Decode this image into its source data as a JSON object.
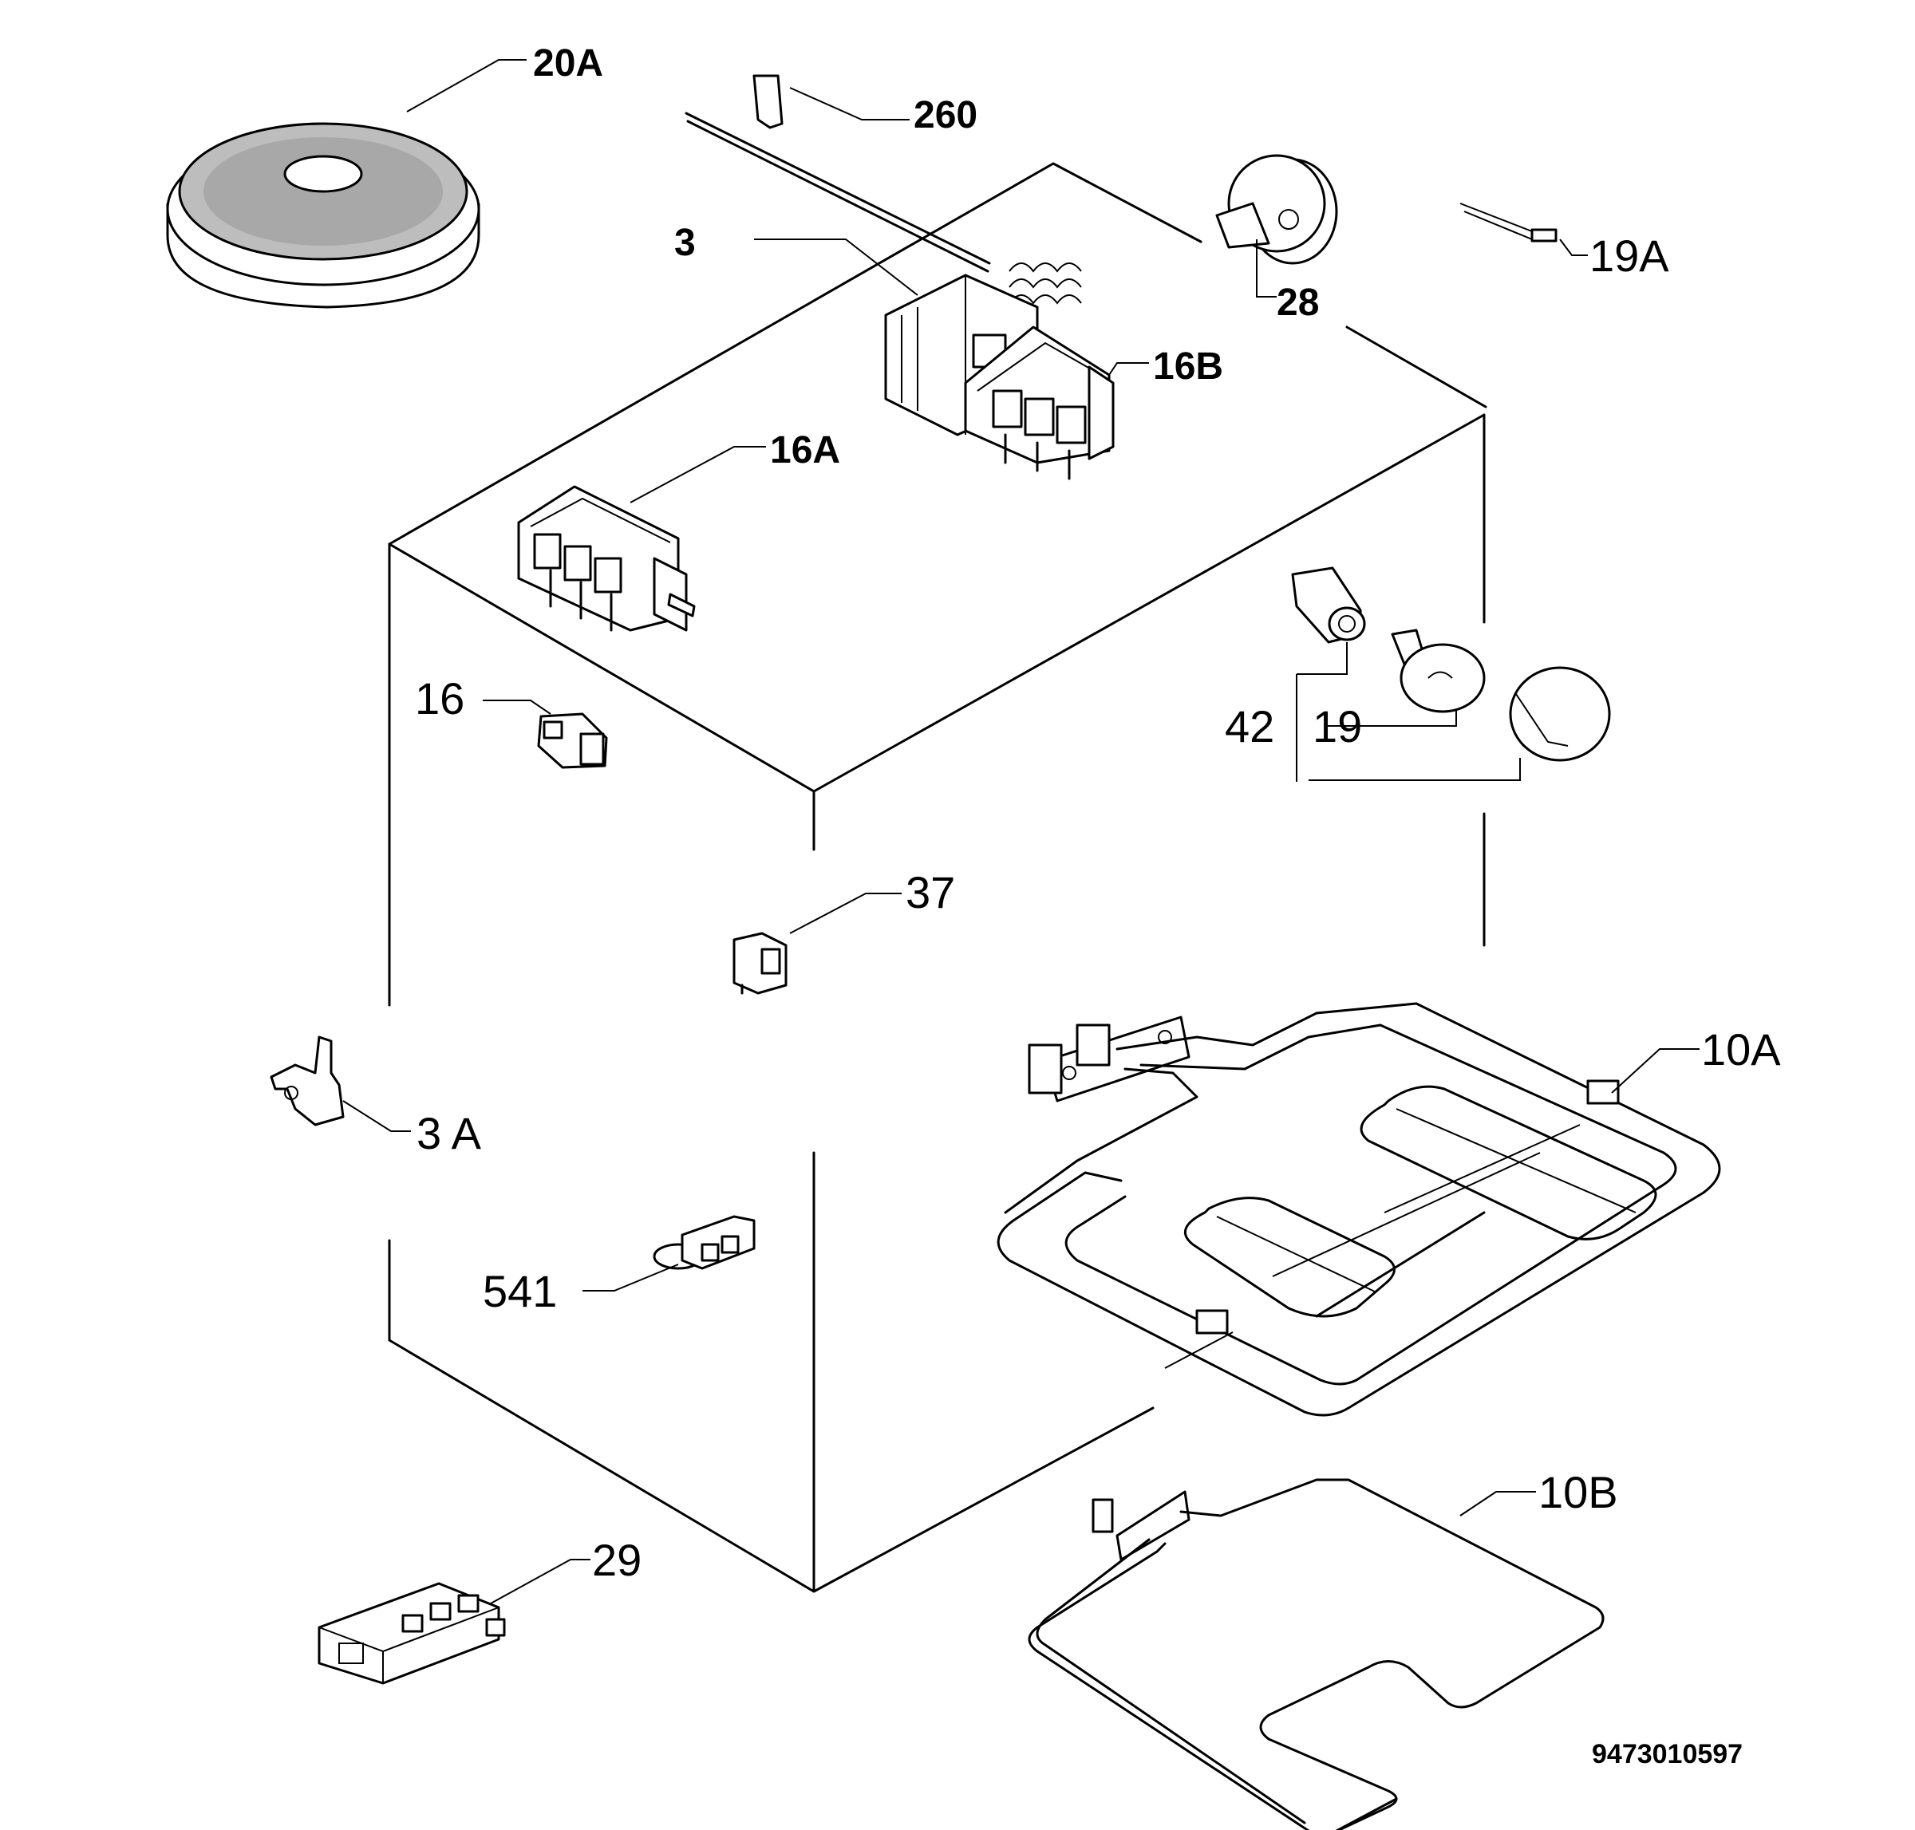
{
  "labels": {
    "l20a": "20A",
    "l260": "260",
    "l3": "3",
    "l28": "28",
    "l19a": "19A",
    "l16b": "16B",
    "l16a": "16A",
    "l16": "16",
    "l42": "42",
    "l19": "19",
    "l37": "37",
    "l10a": "10A",
    "l3a": "3 A",
    "l541": "541",
    "l10b": "10B",
    "l29": "29"
  },
  "drawing_code": "9473010597"
}
